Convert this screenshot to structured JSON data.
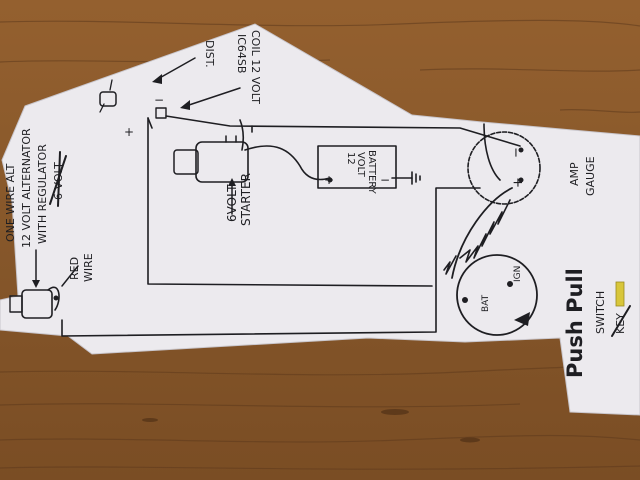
{
  "scene": {
    "colors": {
      "wood": "#8a5a30",
      "wood_dark": "#5e3a1c",
      "paper": "#eceaee",
      "ink": "#1e1e22"
    }
  },
  "labels": {
    "dist": "DIST.",
    "coil_line1": "COIL 12 VOLT",
    "coil_line2": "IC64SB",
    "battery_line1": "12",
    "battery_line2": "VOLT",
    "battery_line3": "BATTERY",
    "starter_line1": "6VOLT",
    "starter_line2": "STARTER",
    "alternator_line1": "ONE WIRE ALT",
    "alternator_line2": "12 VOLT ALTERNATOR",
    "alternator_line3": "WITH REGULATOR",
    "alternator_strike": "6 VOLT",
    "red_wire_line1": "RED",
    "red_wire_line2": "WIRE",
    "amp_line1": "AMP",
    "amp_line2": "GAUGE",
    "push_pull": "Push Pull",
    "switch": "SWITCH",
    "switch_strike": "KEY",
    "terminal_bat": "BAT",
    "terminal_ign": "IGN",
    "plus": "+",
    "minus": "−"
  }
}
